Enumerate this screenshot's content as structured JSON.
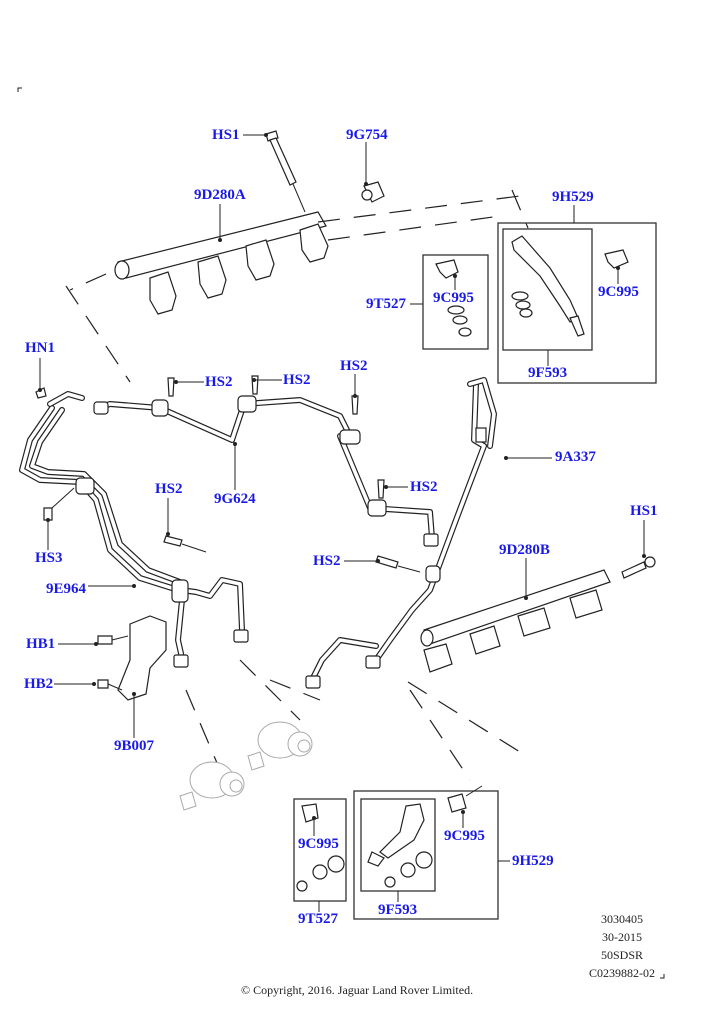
{
  "diagram": {
    "title": "Fuel Rail and Injector Assembly",
    "label_color": "#1a1ae6",
    "callouts": {
      "hs1_top": "HS1",
      "9g754": "9G754",
      "9d280a": "9D280A",
      "9h529_top": "9H529",
      "9t527_top": "9T527",
      "9c995_top_left": "9C995",
      "9c995_top_right": "9C995",
      "9f593_top": "9F593",
      "hn1": "HN1",
      "hs2_a": "HS2",
      "hs2_b": "HS2",
      "hs2_c": "HS2",
      "hs2_d": "HS2",
      "hs2_e": "HS2",
      "hs2_f": "HS2",
      "9a337": "9A337",
      "9g624": "9G624",
      "hs3": "HS3",
      "9e964": "9E964",
      "hs1_right": "HS1",
      "9d280b": "9D280B",
      "hb1": "HB1",
      "hb2": "HB2",
      "9b007": "9B007",
      "9c995_bottom_left": "9C995",
      "9c995_bottom_right": "9C995",
      "9h529_bottom": "9H529",
      "9t527_bottom": "9T527",
      "9f593_bottom": "9F593"
    },
    "reference": {
      "line1": "3030405",
      "line2": "30-2015",
      "line3": "50SDSR",
      "line4": "C0239882-02"
    },
    "copyright": "© Copyright, 2016. Jaguar Land Rover Limited."
  }
}
